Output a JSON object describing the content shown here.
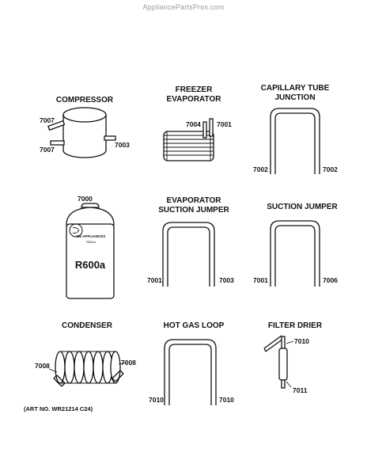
{
  "watermark": "AppliancePartsPros.com",
  "art_number": "(ART NO. WR21214 C24)",
  "parts": {
    "compressor": {
      "title": "COMPRESSOR",
      "labels": [
        "7007",
        "7007",
        "7003"
      ]
    },
    "freezer_evaporator": {
      "title": "FREEZER\nEVAPORATOR",
      "labels": [
        "7004",
        "7001"
      ]
    },
    "capillary_tube_junction": {
      "title": "CAPILLARY TUBE\nJUNCTION",
      "labels": [
        "7002",
        "7002"
      ]
    },
    "refrigerant_can": {
      "labels": [
        "7000"
      ],
      "brand": "GE APPLIANCES",
      "small_text": "R600a",
      "gas": "R600a"
    },
    "evaporator_suction_jumper": {
      "title": "EVAPORATOR\nSUCTION JUMPER",
      "labels": [
        "7001",
        "7003"
      ]
    },
    "suction_jumper": {
      "title": "SUCTION JUMPER",
      "labels": [
        "7001",
        "7006"
      ]
    },
    "condenser": {
      "title": "CONDENSER",
      "labels": [
        "7008",
        "7008"
      ]
    },
    "hot_gas_loop": {
      "title": "HOT GAS LOOP",
      "labels": [
        "7010",
        "7010"
      ]
    },
    "filter_drier": {
      "title": "FILTER DRIER",
      "labels": [
        "7010",
        "7011"
      ]
    }
  }
}
